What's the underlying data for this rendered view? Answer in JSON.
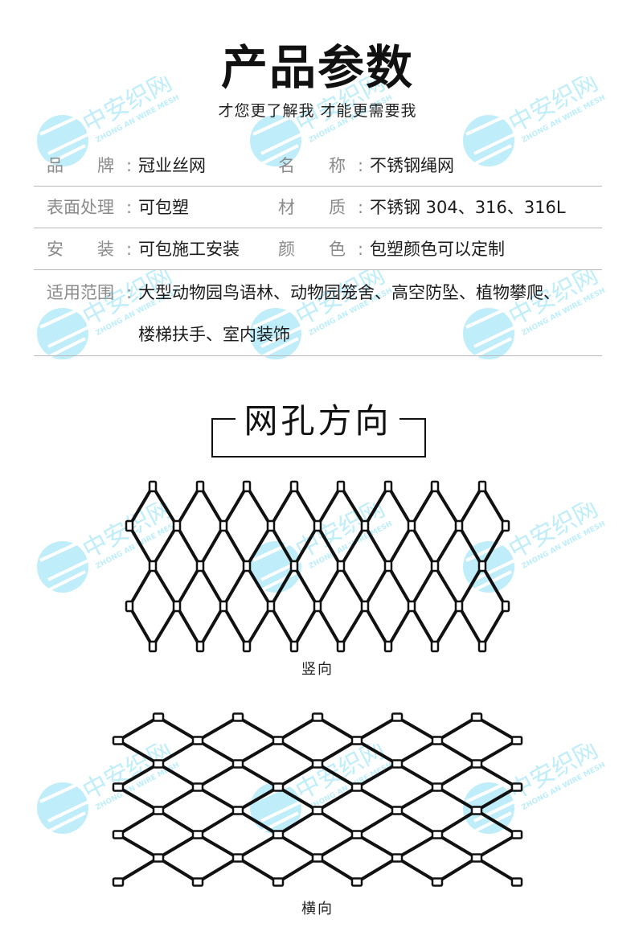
{
  "header": {
    "title": "产品参数",
    "subtitle": "才您更了解我 才能更需要我"
  },
  "params": {
    "rows": [
      {
        "label1": "品　　牌",
        "value1": "冠业丝网",
        "label2": "名　　称",
        "value2": "不锈钢绳网"
      },
      {
        "label1": "表面处理",
        "value1": "可包塑",
        "label2": "材　　质",
        "value2": "不锈钢 304、316、316L"
      },
      {
        "label1": "安　　装",
        "value1": "可包施工安装",
        "label2": "颜　　色",
        "value2": "包塑颜色可以定制"
      }
    ],
    "usage": {
      "label": "适用范围",
      "line1": "大型动物园鸟语林、动物园笼舍、高空防坠、植物攀爬、",
      "line2": "楼梯扶手、室内装饰"
    },
    "separator": ":"
  },
  "section": {
    "title": "网孔方向"
  },
  "diagrams": {
    "vertical": {
      "caption": "竖向"
    },
    "horizontal": {
      "caption": "横向"
    }
  },
  "watermark": {
    "cn": "中安织网",
    "en": "ZHONG AN WIRE MESH",
    "color": "#bfeefa"
  },
  "colors": {
    "label": "#8a8a8a",
    "value": "#1c1c1c",
    "divider": "#b8b8b8",
    "mesh": "#111111"
  }
}
